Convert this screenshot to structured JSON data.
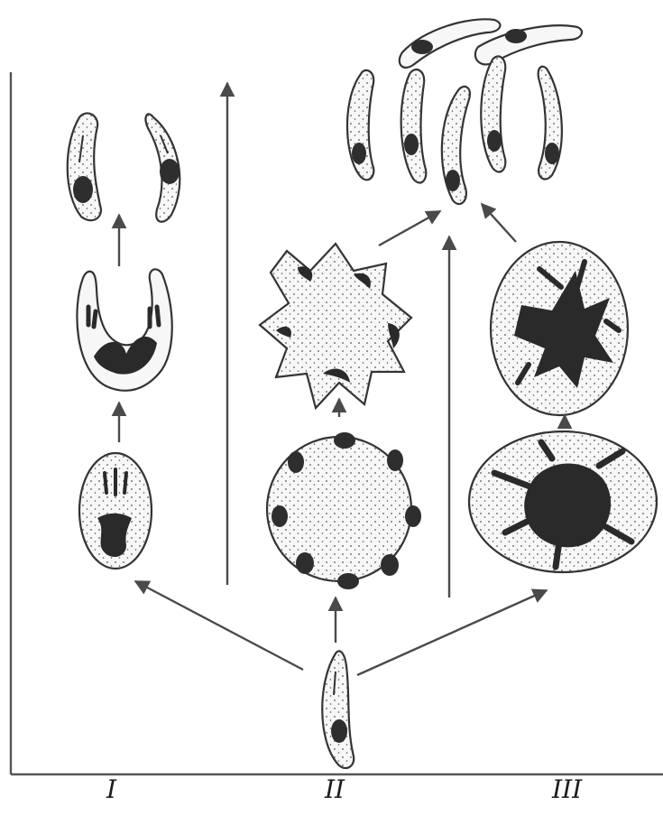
{
  "labels": {
    "group_1": "I",
    "group_2": "II",
    "group_3": "III"
  },
  "colors": {
    "ink": "#2e2e2e",
    "arrow": "#4a4a4a",
    "cell_fill": "#f7f7f7"
  }
}
